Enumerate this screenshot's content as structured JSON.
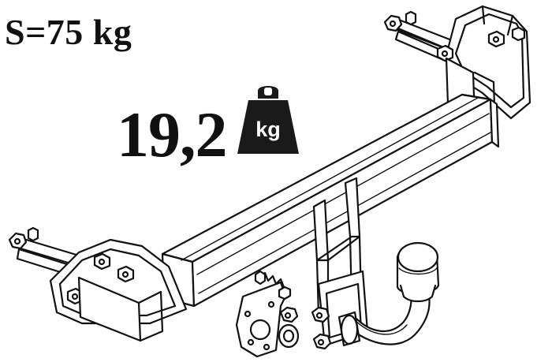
{
  "spec": {
    "label": "S=75 kg"
  },
  "weight": {
    "value": "19,2",
    "icon_name": "weight-kg-icon",
    "icon_text": "kg",
    "icon_color": "#1a1a1a"
  },
  "drawing": {
    "subject": "tow-bar-assembly",
    "line_color": "#111111",
    "fill_color": "#ffffff"
  }
}
